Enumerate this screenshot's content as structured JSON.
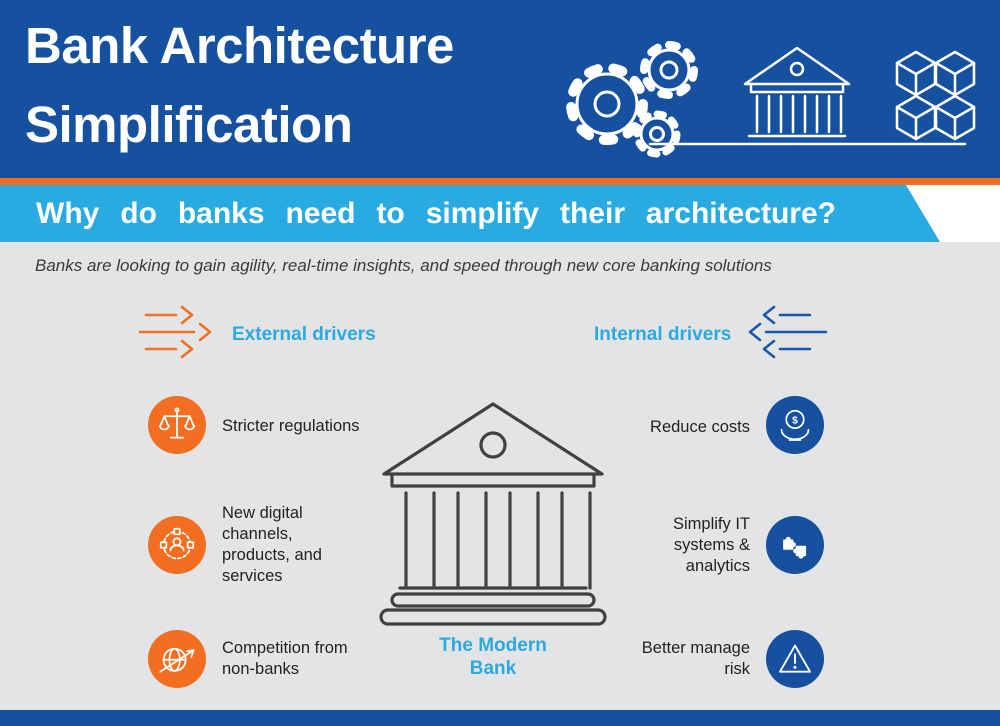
{
  "header": {
    "title_line1": "Bank Architecture",
    "title_line2": "Simplification",
    "icons": [
      "gears-icon",
      "bank-icon",
      "cubes-icon"
    ]
  },
  "banner": {
    "question": "Why do banks need to simplify their architecture?"
  },
  "subtitle": {
    "text": "Banks are looking to gain agility, real-time insights, and speed through new core banking solutions"
  },
  "external": {
    "heading": "External drivers",
    "arrow_icon": "right-arrows-icon",
    "items": [
      {
        "label": "Stricter regulations",
        "icon": "scales-icon"
      },
      {
        "label": "New digital channels, products, and services",
        "icon": "digital-channels-icon"
      },
      {
        "label": "Competition from non-banks",
        "icon": "globe-arrow-icon"
      }
    ]
  },
  "internal": {
    "heading": "Internal drivers",
    "arrow_icon": "left-arrows-icon",
    "items": [
      {
        "label": "Reduce costs",
        "icon": "money-hand-icon",
        "icon_glyph": "$"
      },
      {
        "label": "Simplify IT systems & analytics",
        "icon": "puzzle-icon"
      },
      {
        "label": "Better manage risk",
        "icon": "warning-triangle-icon"
      }
    ]
  },
  "center": {
    "label": "The Modern Bank",
    "icon": "modern-bank-icon"
  },
  "colors": {
    "dark_blue": "#15519F",
    "navy_circle": "#16509E",
    "orange": "#F26F21",
    "light_blue": "#29ABE2",
    "background_gray": "#E3E4E6",
    "text_dark": "#231F20",
    "bank_outline": "#414042"
  }
}
